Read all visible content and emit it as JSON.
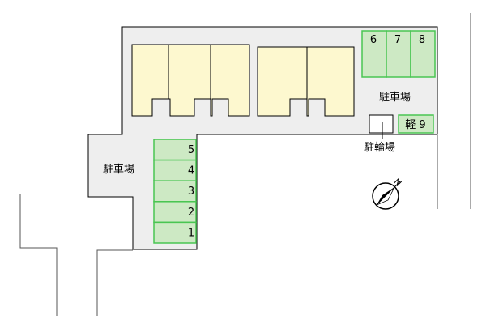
{
  "colors": {
    "site": "#eeeeee",
    "building": "#fdf8cf",
    "parking_fill": "#cde9c4",
    "parking_stroke": "#49c552",
    "outline": "#000000",
    "road_line": "#555555"
  },
  "labels": {
    "parking_right": "駐車場",
    "parking_left": "駐車場",
    "bicycle_parking": "駐輪場",
    "compass_north": "N"
  },
  "parking_top": [
    {
      "number": "6"
    },
    {
      "number": "7"
    },
    {
      "number": "8"
    }
  ],
  "parking_kei": {
    "label": "軽 9"
  },
  "parking_left_column": [
    {
      "number": "5"
    },
    {
      "number": "4"
    },
    {
      "number": "3"
    },
    {
      "number": "2"
    },
    {
      "number": "1"
    }
  ],
  "icons": {
    "compass": "compass-icon"
  }
}
